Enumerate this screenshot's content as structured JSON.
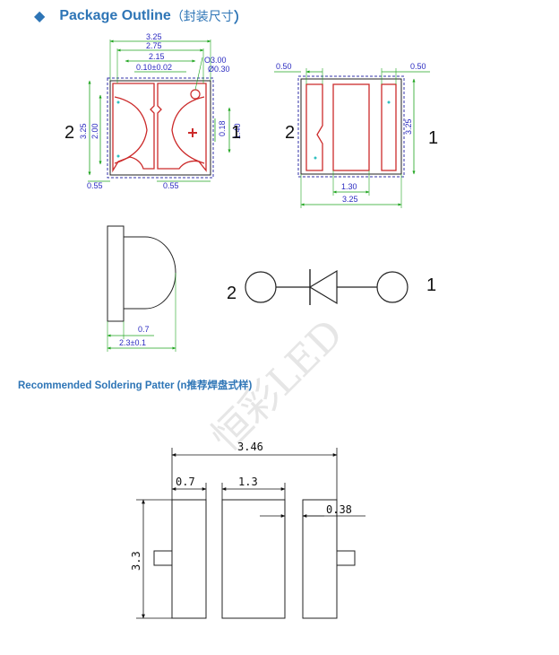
{
  "header": {
    "bullet": "◆",
    "title_en": "Package Outline",
    "title_cn": "（封装尺寸",
    "title_close": "）"
  },
  "top_view": {
    "dims": [
      "3.25",
      "2.75",
      "2.15",
      "0.10±0.02",
      "Ο3.00",
      "Ø0.30",
      "3.25",
      "2.00",
      "0.18",
      "1.40",
      "0.55",
      "0.55"
    ],
    "pin_left": "2",
    "pin_right": "1"
  },
  "bottom_view": {
    "dims": [
      "0.50",
      "0.50",
      "3.25",
      "1.30",
      "3.25"
    ],
    "pin_left": "2",
    "pin_right": "1"
  },
  "side_view": {
    "dims": [
      "0.7",
      "2.3±0.1"
    ]
  },
  "symbol": {
    "pin_left": "2",
    "pin_right": "1"
  },
  "watermark": "恒彩LED",
  "soldering": {
    "title": "Recommended Soldering Patter (n推荐焊盘式样)",
    "dims": [
      "3.46",
      "0.7",
      "1.3",
      "0.38",
      "3.3"
    ]
  },
  "colors": {
    "accent": "#2e75b6",
    "outline_red": "#cc2b2b",
    "dim_green": "#1fa51f",
    "dim_text": "#2a2ac0"
  }
}
